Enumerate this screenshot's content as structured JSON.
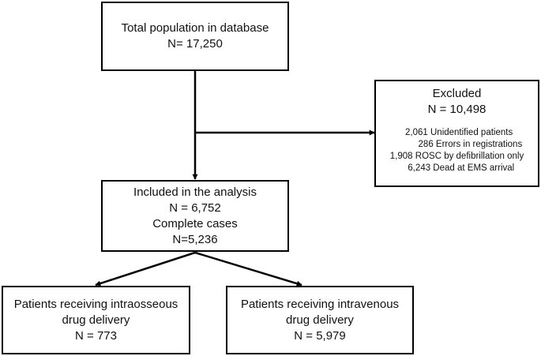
{
  "nodes": {
    "total": {
      "line1": "Total population in database",
      "line2": "N= 17,250"
    },
    "excluded": {
      "title": "Excluded",
      "count": "N = 10,498",
      "reasons": [
        "2,061 Unidentified patients",
        "286 Errors in registrations",
        "1,908 ROSC by defibrillation only",
        "6,243 Dead at EMS arrival"
      ]
    },
    "included": {
      "line1": "Included in the analysis",
      "line2": "N = 6,752",
      "line3": "Complete cases",
      "line4": "N=5,236"
    },
    "intraosseous": {
      "line1": "Patients receiving intraosseous",
      "line2": "drug delivery",
      "line3": "N = 773"
    },
    "intravenous": {
      "line1": "Patients receiving intravenous",
      "line2": "drug delivery",
      "line3": "N = 5,979"
    }
  },
  "colors": {
    "stroke": "#000000",
    "text": "#111111",
    "background": "#ffffff"
  }
}
